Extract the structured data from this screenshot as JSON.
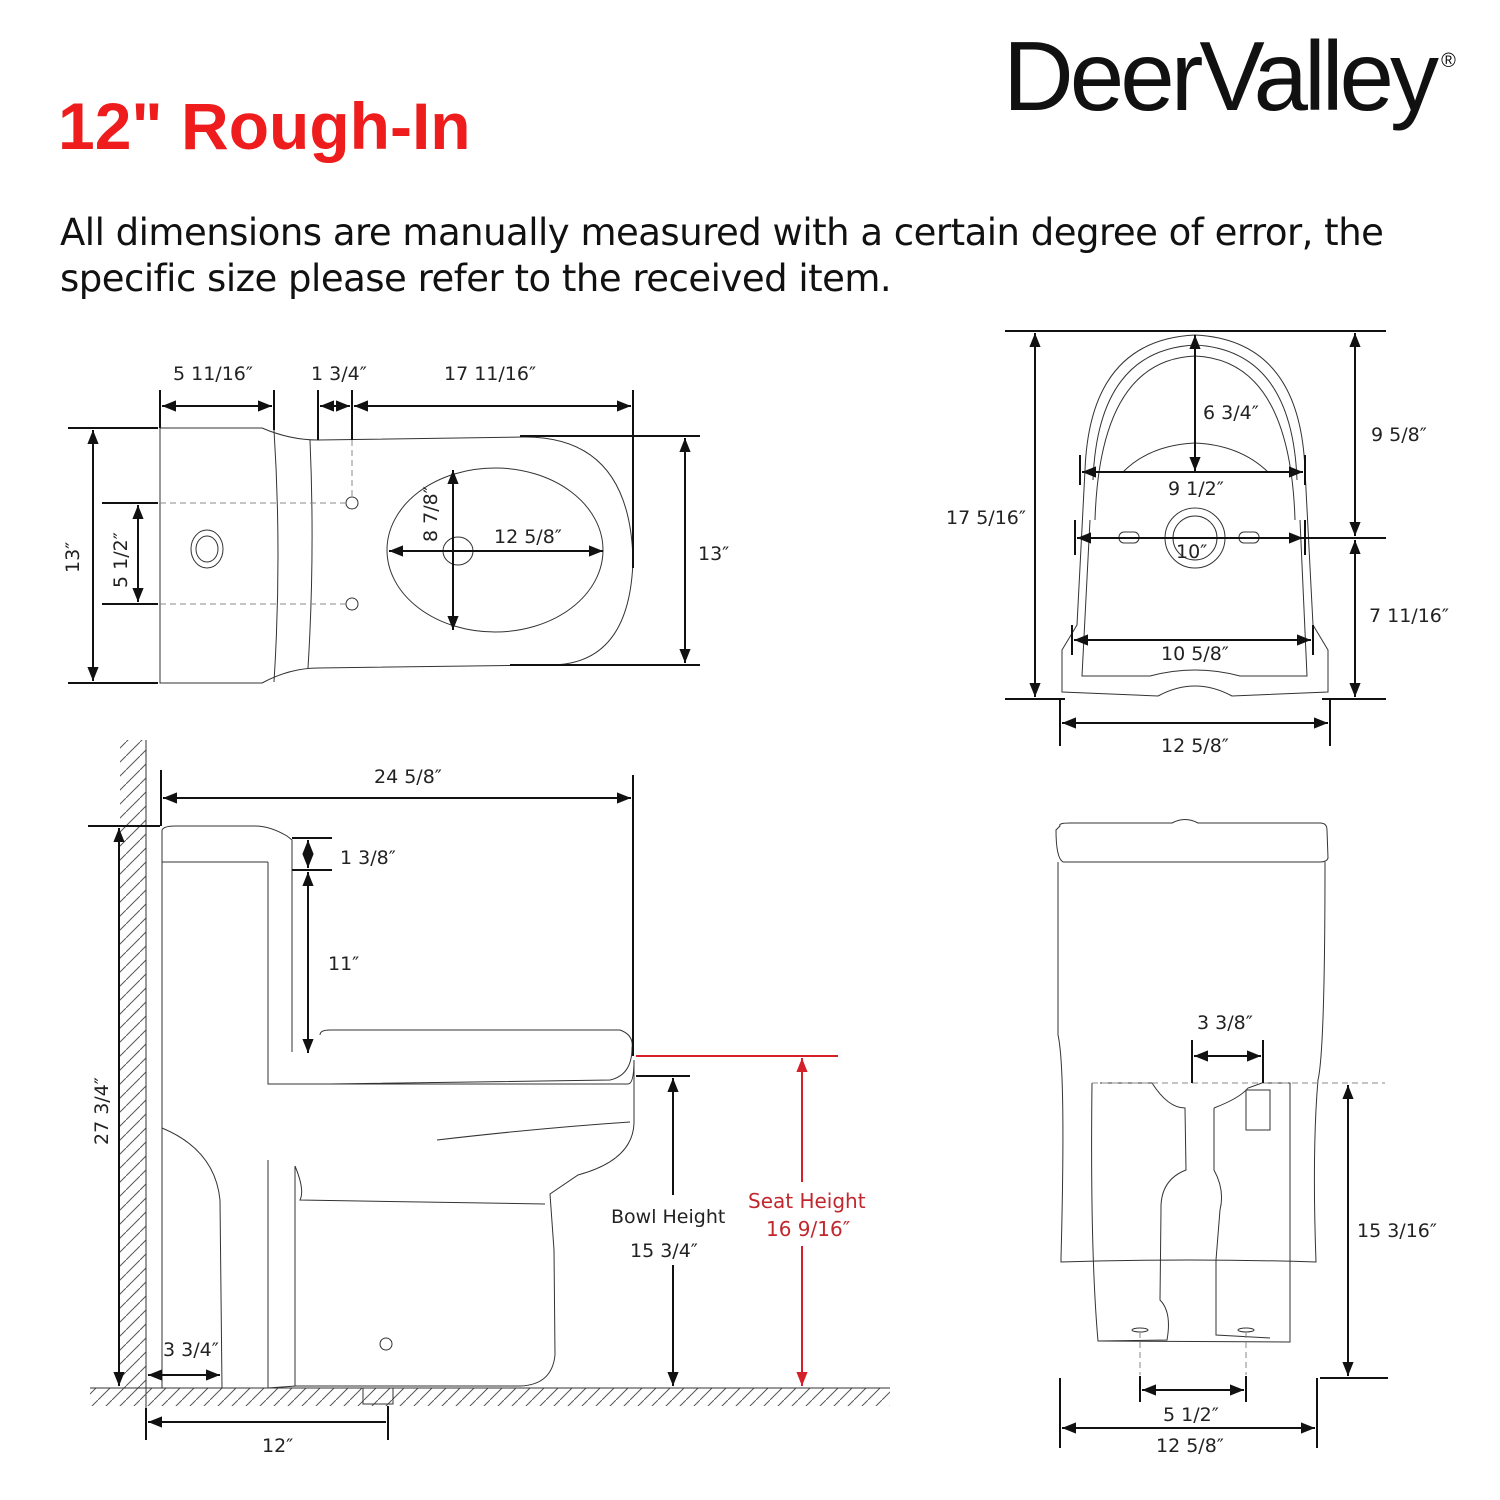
{
  "header": {
    "title": "12\" Rough-In",
    "brand": "DeerValley",
    "brand_mark": "®",
    "disclaimer": "All dimensions are manually measured with a certain degree of error, the specific size please refer to the received item."
  },
  "colors": {
    "title_red": "#ee1c1c",
    "seat_height_red": "#c0282d",
    "line_black": "#111111",
    "background": "#ffffff"
  },
  "top_view": {
    "tank_depth": "5 11/16″",
    "neck_width": "1 3/4″",
    "bowl_length": "17 11/16″",
    "overall_width": "13″",
    "bolt_spacing": "5 1/2″",
    "opening_width": "8 7/8″",
    "opening_length": "12 5/8″",
    "bowl_width": "13″"
  },
  "front_top_view": {
    "overall_depth": "17 5/16″",
    "front_to_outlet": "9 5/8″",
    "outlet_to_back": "7 11/16″",
    "front_to_opening": "6 3/4″",
    "opening_width": "9 1/2″",
    "outlet_span": "10″",
    "rear_width": "10 5/8″",
    "base_width": "12 5/8″"
  },
  "side_view": {
    "overall_length": "24 5/8″",
    "lid_thickness": "1 3/8″",
    "tank_height": "11″",
    "overall_height": "27 3/4″",
    "wall_gap": "3 3/4″",
    "rough_in": "12″",
    "bowl_height_label": "Bowl Height",
    "bowl_height": "15 3/4″",
    "seat_height_label": "Seat Height",
    "seat_height": "16 9/16″"
  },
  "rear_view": {
    "inlet_offset": "3 3/8″",
    "base_height": "15 3/16″",
    "bolt_spacing": "5 1/2″",
    "overall_width": "12 5/8″"
  }
}
